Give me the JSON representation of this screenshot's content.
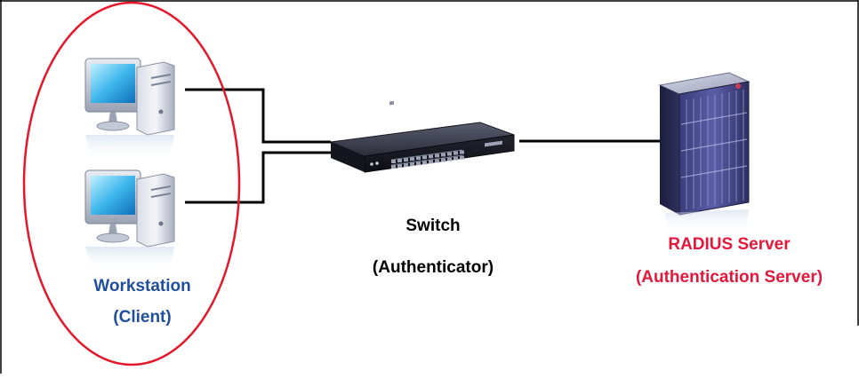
{
  "colors": {
    "frame": "#000000",
    "workstation_text": "#1f4f9e",
    "switch_text": "#000000",
    "server_text": "#e5173a",
    "client_ellipse": "#e5172a",
    "wire": "#000000"
  },
  "workstations": {
    "name": "Workstation",
    "role": "(Client)",
    "count": 2
  },
  "switch": {
    "name": "Switch",
    "role": "(Authenticator)"
  },
  "radius_server": {
    "name": "RADIUS Server",
    "role": "(Authentication Server)"
  }
}
